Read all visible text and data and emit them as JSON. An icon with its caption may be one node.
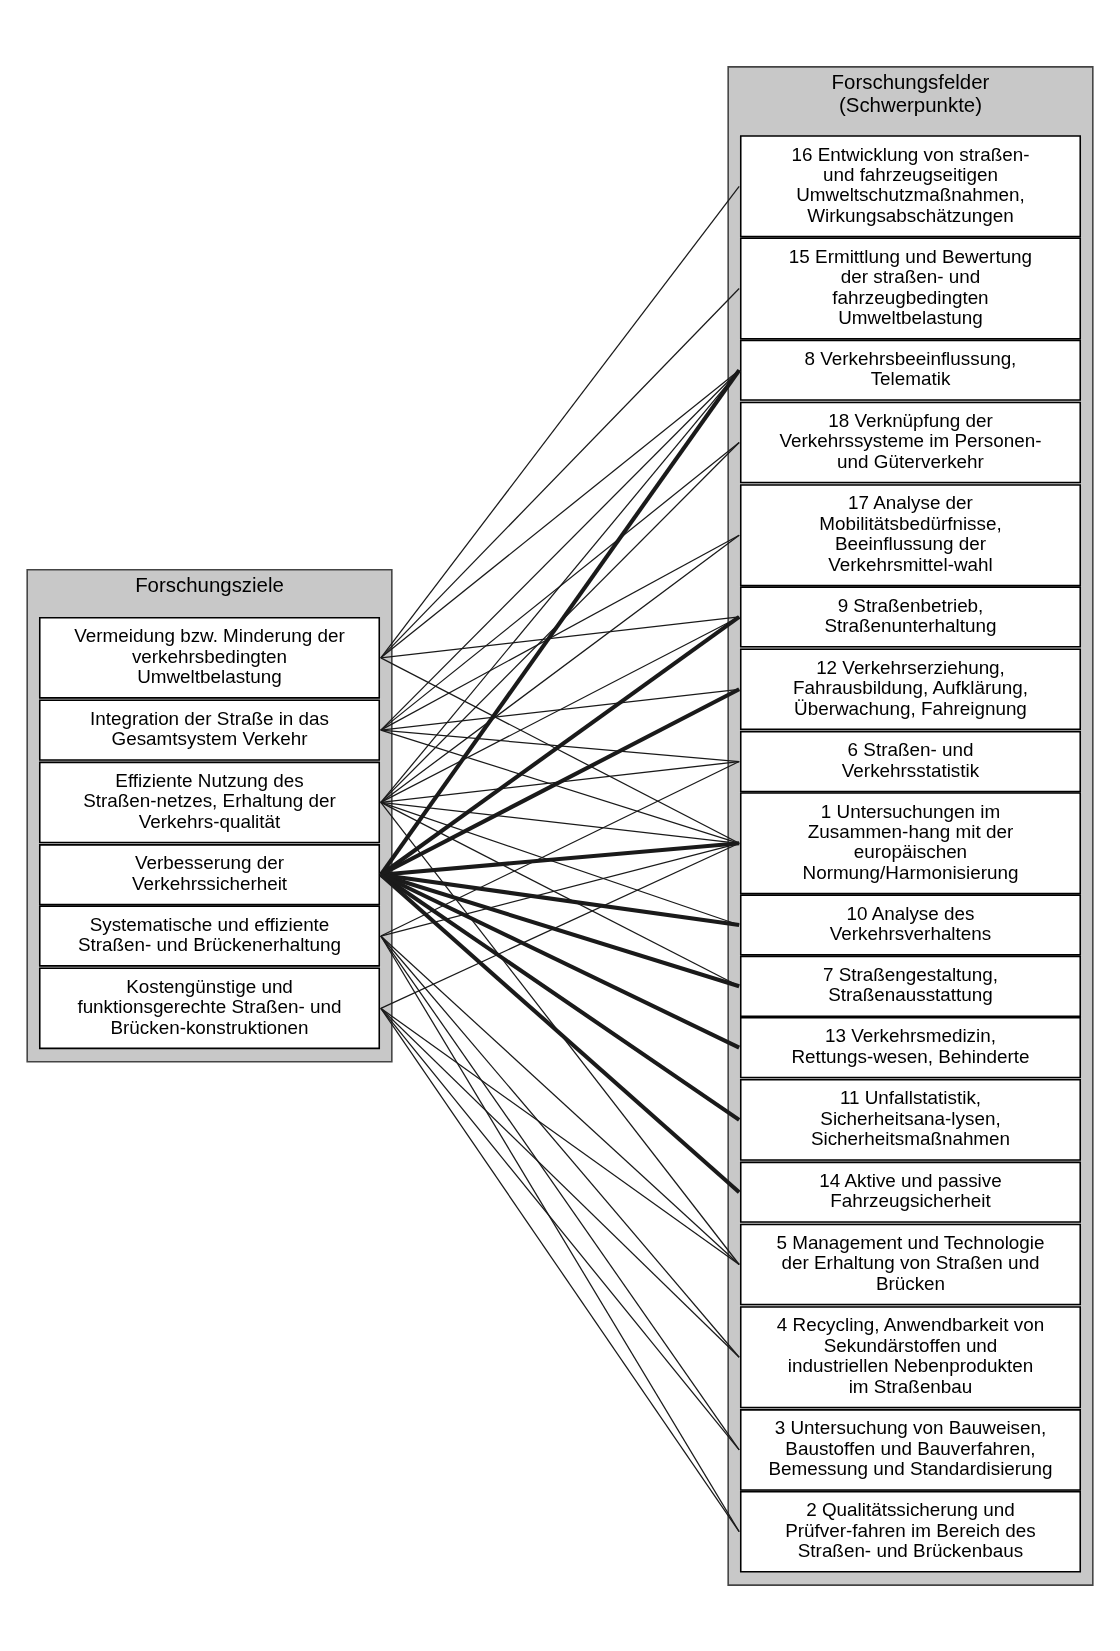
{
  "diagram": {
    "nodes": [
      {
        "text": [
          "Forschungsziele"
        ]
      },
      {
        "text": [
          "Kostengünstige und funktionsgerechte Straßen- und Brücken-konstruktionen"
        ],
        "in": 0
      },
      {
        "text": [
          "Systematische und effiziente Straßen- und Brückenerhaltung"
        ],
        "in": 0
      },
      {
        "text": [
          "Verbesserung der Verkehrssicherheit"
        ],
        "in": 0
      },
      {
        "text": [
          "Effiziente Nutzung des Straßen-netzes, Erhaltung der Verkehrs-qualität"
        ],
        "in": 0
      },
      {
        "text": [
          "Vermeidung bzw. Minderung der verkehrsbedingten Umweltbelastung"
        ],
        "in": 0
      },
      {
        "text": [
          "Integration der Straße in das Gesamtsystem Verkehr"
        ],
        "in": 0
      },
      {
        "text": [
          "Forschungsfelder",
          "(Schwerpunkte)"
        ]
      },
      {
        "text": [
          "1 Untersuchungen im Zusammen-hang mit der europäischen Normung/Harmonisierung"
        ],
        "in": 7
      },
      {
        "text": [
          "2 Qualitätssicherung und Prüfver-fahren im Bereich des Straßen- und Brückenbaus"
        ],
        "in": 7
      },
      {
        "text": [
          "3 Untersuchung von Bauweisen, Baustoffen und Bauverfahren, Bemessung und Standardisierung"
        ],
        "in": 7
      },
      {
        "text": [
          "4 Recycling, Anwendbarkeit von Sekundärstoffen und industriellen Nebenprodukten im Straßenbau"
        ],
        "in": 7
      },
      {
        "text": [
          "5 Management und Technologie der Erhaltung von Straßen und Brücken"
        ],
        "in": 7
      },
      {
        "text": [
          "6 Straßen- und Verkehrsstatistik"
        ],
        "in": 7
      },
      {
        "text": [
          "7 Straßengestaltung, Straßenausstattung"
        ],
        "in": 7
      },
      {
        "text": [
          "8 Verkehrsbeeinflussung, Telematik"
        ],
        "in": 7
      },
      {
        "text": [
          "9 Straßenbetrieb, Straßenunterhaltung"
        ],
        "in": 7
      },
      {
        "text": [
          "10 Analyse des Verkehrsverhaltens"
        ],
        "in": 7
      },
      {
        "text": [
          "11 Unfallstatistik, Sicherheitsana-lysen, Sicherheitsmaßnahmen"
        ],
        "in": 7
      },
      {
        "text": [
          "12 Verkehrserziehung, Fahrausbildung, Aufklärung, Überwachung, Fahreignung"
        ],
        "in": 7
      },
      {
        "text": [
          "13 Verkehrsmedizin, Rettungs-wesen, Behinderte"
        ],
        "in": 7
      },
      {
        "text": [
          "14 Aktive und passive Fahrzeugsicherheit"
        ],
        "in": 7
      },
      {
        "text": [
          "15 Ermittlung und Bewertung der straßen- und fahrzeugbedingten Umweltbelastung"
        ],
        "in": 7
      },
      {
        "text": [
          "16 Entwicklung von straßen- und fahrzeugseitigen Umweltschutzmaßnahmen, Wirkungsabschätzungen"
        ],
        "in": 7
      },
      {
        "text": [
          "17 Analyse der Mobilitätsbedürfnisse, Beeinflussung der Verkehrsmittel-wahl"
        ],
        "in": 7
      },
      {
        "text": [
          "18 Verknüpfung der Verkehrssysteme im Personen- und Güterverkehr"
        ],
        "in": 7
      }
    ],
    "edges": [
      {
        "from": 1,
        "to": 8,
        "arrow": "none"
      },
      {
        "from": 1,
        "to": 9,
        "arrow": "none"
      },
      {
        "from": 1,
        "to": 10,
        "arrow": "none"
      },
      {
        "from": 1,
        "to": 11,
        "arrow": "none"
      },
      {
        "from": 1,
        "to": 12,
        "arrow": "none"
      },
      {
        "from": 2,
        "to": 8,
        "arrow": "none"
      },
      {
        "from": 2,
        "to": 9,
        "arrow": "none"
      },
      {
        "from": 2,
        "to": 10,
        "arrow": "none"
      },
      {
        "from": 2,
        "to": 11,
        "arrow": "none"
      },
      {
        "from": 2,
        "to": 12,
        "arrow": "none"
      },
      {
        "from": 2,
        "to": 13,
        "arrow": "none"
      },
      {
        "from": 3,
        "to": 8,
        "arrow": "none",
        "style": "thick"
      },
      {
        "from": 3,
        "to": 14,
        "arrow": "none",
        "style": "thick"
      },
      {
        "from": 3,
        "to": 15,
        "arrow": "none",
        "style": "thick"
      },
      {
        "from": 3,
        "to": 16,
        "arrow": "none",
        "style": "thick"
      },
      {
        "from": 3,
        "to": 17,
        "arrow": "none",
        "style": "thick"
      },
      {
        "from": 3,
        "to": 18,
        "arrow": "none",
        "style": "thick"
      },
      {
        "from": 3,
        "to": 19,
        "arrow": "none",
        "style": "thick"
      },
      {
        "from": 3,
        "to": 20,
        "arrow": "none",
        "style": "thick"
      },
      {
        "from": 3,
        "to": 21,
        "arrow": "none",
        "style": "thick"
      },
      {
        "from": 4,
        "to": 8,
        "arrow": "none"
      },
      {
        "from": 4,
        "to": 12,
        "arrow": "none"
      },
      {
        "from": 4,
        "to": 13,
        "arrow": "none"
      },
      {
        "from": 4,
        "to": 14,
        "arrow": "none"
      },
      {
        "from": 4,
        "to": 15,
        "arrow": "none"
      },
      {
        "from": 4,
        "to": 16,
        "arrow": "none"
      },
      {
        "from": 4,
        "to": 17,
        "arrow": "none"
      },
      {
        "from": 4,
        "to": 24,
        "arrow": "none"
      },
      {
        "from": 4,
        "to": 25,
        "arrow": "none"
      },
      {
        "from": 5,
        "to": 8,
        "arrow": "none"
      },
      {
        "from": 5,
        "to": 15,
        "arrow": "none"
      },
      {
        "from": 5,
        "to": 16,
        "arrow": "none"
      },
      {
        "from": 5,
        "to": 22,
        "arrow": "none"
      },
      {
        "from": 5,
        "to": 23,
        "arrow": "none"
      },
      {
        "from": 6,
        "to": 8,
        "arrow": "none"
      },
      {
        "from": 6,
        "to": 13,
        "arrow": "none"
      },
      {
        "from": 6,
        "to": 15,
        "arrow": "none"
      },
      {
        "from": 6,
        "to": 19,
        "arrow": "none"
      },
      {
        "from": 6,
        "to": 24,
        "arrow": "none"
      },
      {
        "from": 6,
        "to": 25,
        "arrow": "none"
      }
    ]
  }
}
